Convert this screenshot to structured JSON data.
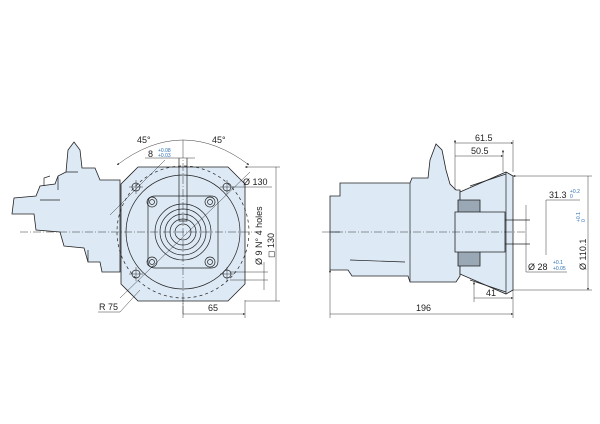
{
  "drawing": {
    "front_view": {
      "angle_left": "45°",
      "angle_right": "45°",
      "key_width": {
        "value": "8",
        "tol_upper": "+0.08",
        "tol_lower": "+0.03"
      },
      "bolt_circle": "Ø 130",
      "holes": "Ø 9 N° 4 holes",
      "flange_square": "◻ 130",
      "radius": "R 75",
      "offset": "65"
    },
    "side_view": {
      "flange_depth_outer": "61.5",
      "flange_depth_inner": "50.5",
      "key_height": {
        "value": "31.3",
        "tol_upper": "+0.2",
        "tol_lower": "0"
      },
      "pilot_diameter": {
        "value": "Ø 110.1",
        "tol_upper": "+0.1",
        "tol_lower": "0"
      },
      "shaft_diameter": {
        "value": "Ø 28",
        "tol_upper": "+0.1",
        "tol_lower": "+0.05"
      },
      "shaft_length": "41",
      "overall_length": "196"
    },
    "colors": {
      "fill": "#dde9f5",
      "tolerance": "#2a6fb5"
    }
  }
}
